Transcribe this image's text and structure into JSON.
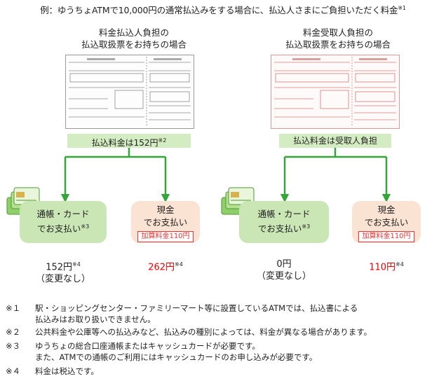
{
  "heading": {
    "text": "例：ゆうちょATMで10,000円の通常払込みをする場合に、払込人さまにご負担いただく料金",
    "note_mark": "※1"
  },
  "columns": [
    {
      "title_line1": "料金払込人負担の",
      "title_line2": "払込取扱票をお持ちの場合",
      "fee_label": "払込料金は152円",
      "fee_note": "※2",
      "options": [
        {
          "label_line1": "通帳・カード",
          "label_line2": "でお支払い",
          "label_note": "※3",
          "amount": "152円",
          "amount_note": "※4",
          "sub": "（変更なし）"
        },
        {
          "label_line1": "現金",
          "label_line2": "でお支払い",
          "surcharge": "加算料金110円",
          "amount": "262円",
          "amount_note": "※4"
        }
      ]
    },
    {
      "title_line1": "料金受取人負担の",
      "title_line2": "払込取扱票をお持ちの場合",
      "fee_label": "払込料金は受取人負担",
      "options": [
        {
          "label_line1": "通帳・カード",
          "label_line2": "でお支払い",
          "label_note": "※3",
          "amount": "0円",
          "sub": "（変更なし）"
        },
        {
          "label_line1": "現金",
          "label_line2": "でお支払い",
          "surcharge": "加算料金110円",
          "amount": "110円",
          "amount_note": "※4"
        }
      ]
    }
  ],
  "notes": [
    {
      "mark": "※１",
      "lines": [
        "駅・ショッピングセンター・ファミリーマート等に設置しているATMでは、払込書による",
        "払込みはお取り扱いできません。"
      ]
    },
    {
      "mark": "※２",
      "lines": [
        "公共料金や公庫等への払込みなど、払込みの種別によっては、料金が異なる場合があります。"
      ]
    },
    {
      "mark": "※３",
      "lines": [
        "ゆうちょの総合口座通帳またはキャッシュカードが必要です。",
        "また、ATMでの通帳のご利用にはキャッシュカードのお申し込みが必要です。"
      ]
    },
    {
      "mark": "※４",
      "lines": [
        "料金は税込です。"
      ]
    }
  ],
  "colors": {
    "connector_green": "#35a53a",
    "fee_bar": "#d4ecc2",
    "card_box": "#c9e6b4",
    "cash_box": "#fbe3d3",
    "emphasis_red": "#e00000"
  }
}
